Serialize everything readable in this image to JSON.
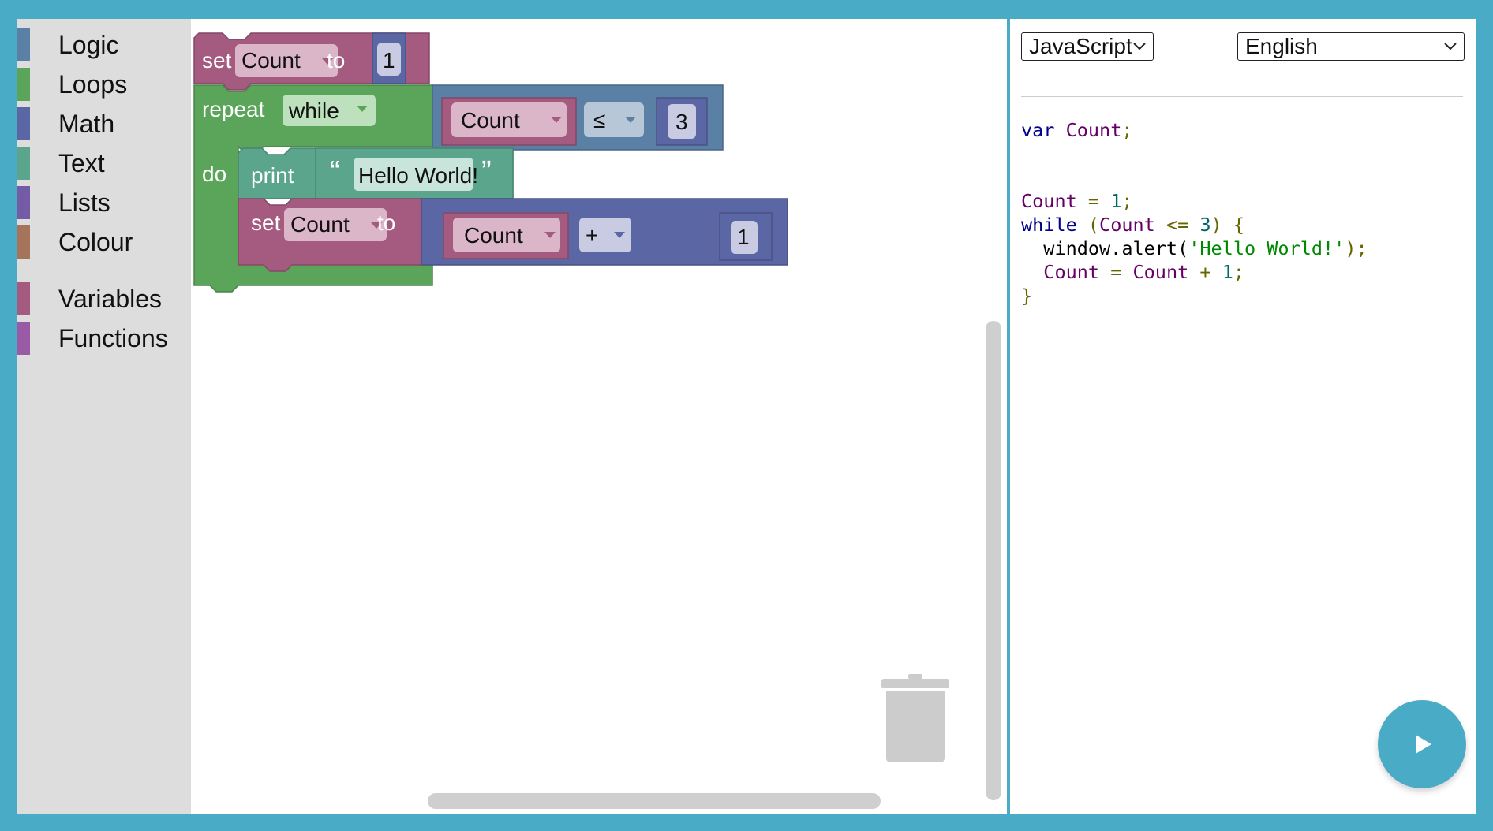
{
  "toolbox": {
    "categories": [
      {
        "label": "Logic",
        "color": "#5b80a5"
      },
      {
        "label": "Loops",
        "color": "#5ba55b"
      },
      {
        "label": "Math",
        "color": "#5b67a5"
      },
      {
        "label": "Text",
        "color": "#5ba58c"
      },
      {
        "label": "Lists",
        "color": "#745ba5"
      },
      {
        "label": "Colour",
        "color": "#a5745b"
      },
      {
        "label": "Variables",
        "color": "#a55b80"
      },
      {
        "label": "Functions",
        "color": "#995ba5"
      }
    ]
  },
  "workspace": {
    "blocks": {
      "set1_set": "set",
      "set1_var": "Count",
      "set1_to": "to",
      "set1_value": "1",
      "repeat_label": "repeat",
      "repeat_mode": "while",
      "do_label": "do",
      "cmp_var": "Count",
      "cmp_op": "≤",
      "cmp_value": "3",
      "print_label": "print",
      "open_quote": "“",
      "print_text": "Hello World!",
      "close_quote": "”",
      "set2_set": "set",
      "set2_var": "Count",
      "set2_to": "to",
      "arith_var": "Count",
      "arith_op": "+",
      "arith_value": "1"
    },
    "colors": {
      "variables": "#a55b80",
      "loops": "#5ba55b",
      "math": "#5b67a5",
      "logic": "#5b80a5",
      "text": "#5ba58c"
    }
  },
  "panel": {
    "language": "JavaScript",
    "locale": "English",
    "code": {
      "l1_kw": "var",
      "l1_var": "Count",
      "l1_pun": ";",
      "l2_var": "Count",
      "l2_op": " = ",
      "l2_num": "1",
      "l2_pun": ";",
      "l3_kw": "while",
      "l3_a": " (",
      "l3_var": "Count",
      "l3_op": " <= ",
      "l3_num": "3",
      "l3_b": ") {",
      "l4_fn": "  window.alert(",
      "l4_str": "'Hello World!'",
      "l4_end": ");",
      "l5_var1": "  Count",
      "l5_op": " = ",
      "l5_var2": "Count",
      "l5_plus": " + ",
      "l5_num": "1",
      "l5_pun": ";",
      "l6": "}"
    },
    "run_icon": "play-icon"
  }
}
